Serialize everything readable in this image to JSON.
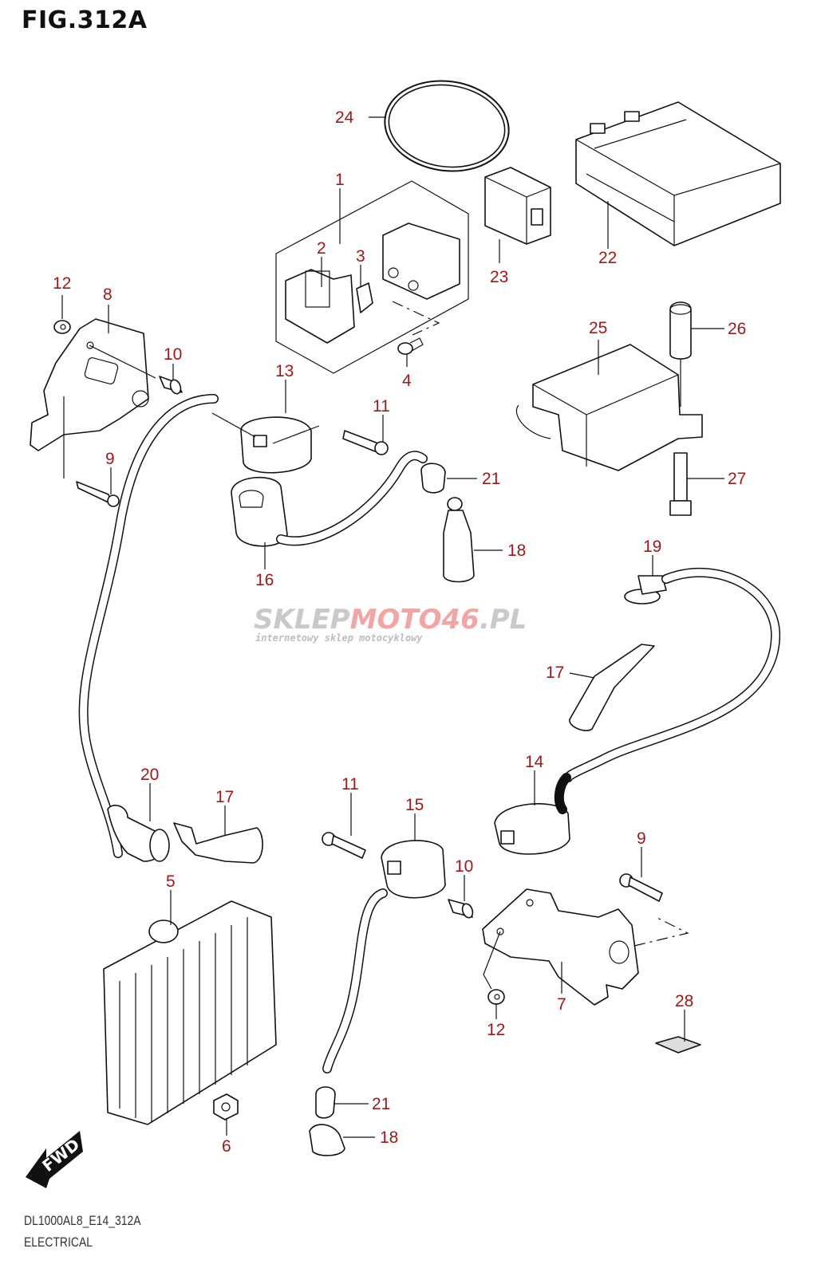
{
  "figure": {
    "title": "FIG.312A",
    "code": "DL1000AL8_E14_312A",
    "name": "ELECTRICAL"
  },
  "watermark": {
    "part1": "SKLEP",
    "part2": "MOTO",
    "part3": "46",
    "part4": ".PL",
    "subtitle": "internetowy sklep motocyklowy"
  },
  "fwd_label": "FWD",
  "colors": {
    "callout": "#a01818",
    "line": "#111111",
    "watermark_grey": "#c9c9c9",
    "watermark_red": "#f2a5a5"
  },
  "callouts": [
    {
      "id": "c24",
      "label": "24"
    },
    {
      "id": "c1",
      "label": "1"
    },
    {
      "id": "c2",
      "label": "2"
    },
    {
      "id": "c3",
      "label": "3"
    },
    {
      "id": "c4",
      "label": "4"
    },
    {
      "id": "c22",
      "label": "22"
    },
    {
      "id": "c23",
      "label": "23"
    },
    {
      "id": "c12a",
      "label": "12"
    },
    {
      "id": "c8",
      "label": "8"
    },
    {
      "id": "c10a",
      "label": "10"
    },
    {
      "id": "c9a",
      "label": "9"
    },
    {
      "id": "c13",
      "label": "13"
    },
    {
      "id": "c11a",
      "label": "11"
    },
    {
      "id": "c21a",
      "label": "21"
    },
    {
      "id": "c18a",
      "label": "18"
    },
    {
      "id": "c16",
      "label": "16"
    },
    {
      "id": "c25",
      "label": "25"
    },
    {
      "id": "c26",
      "label": "26"
    },
    {
      "id": "c27",
      "label": "27"
    },
    {
      "id": "c19",
      "label": "19"
    },
    {
      "id": "c17a",
      "label": "17"
    },
    {
      "id": "c20",
      "label": "20"
    },
    {
      "id": "c17b",
      "label": "17"
    },
    {
      "id": "c14",
      "label": "14"
    },
    {
      "id": "c11b",
      "label": "11"
    },
    {
      "id": "c15",
      "label": "15"
    },
    {
      "id": "c10b",
      "label": "10"
    },
    {
      "id": "c9b",
      "label": "9"
    },
    {
      "id": "c5",
      "label": "5"
    },
    {
      "id": "c7",
      "label": "7"
    },
    {
      "id": "c12b",
      "label": "12"
    },
    {
      "id": "c28",
      "label": "28"
    },
    {
      "id": "c21b",
      "label": "21"
    },
    {
      "id": "c18b",
      "label": "18"
    },
    {
      "id": "c6",
      "label": "6"
    }
  ]
}
